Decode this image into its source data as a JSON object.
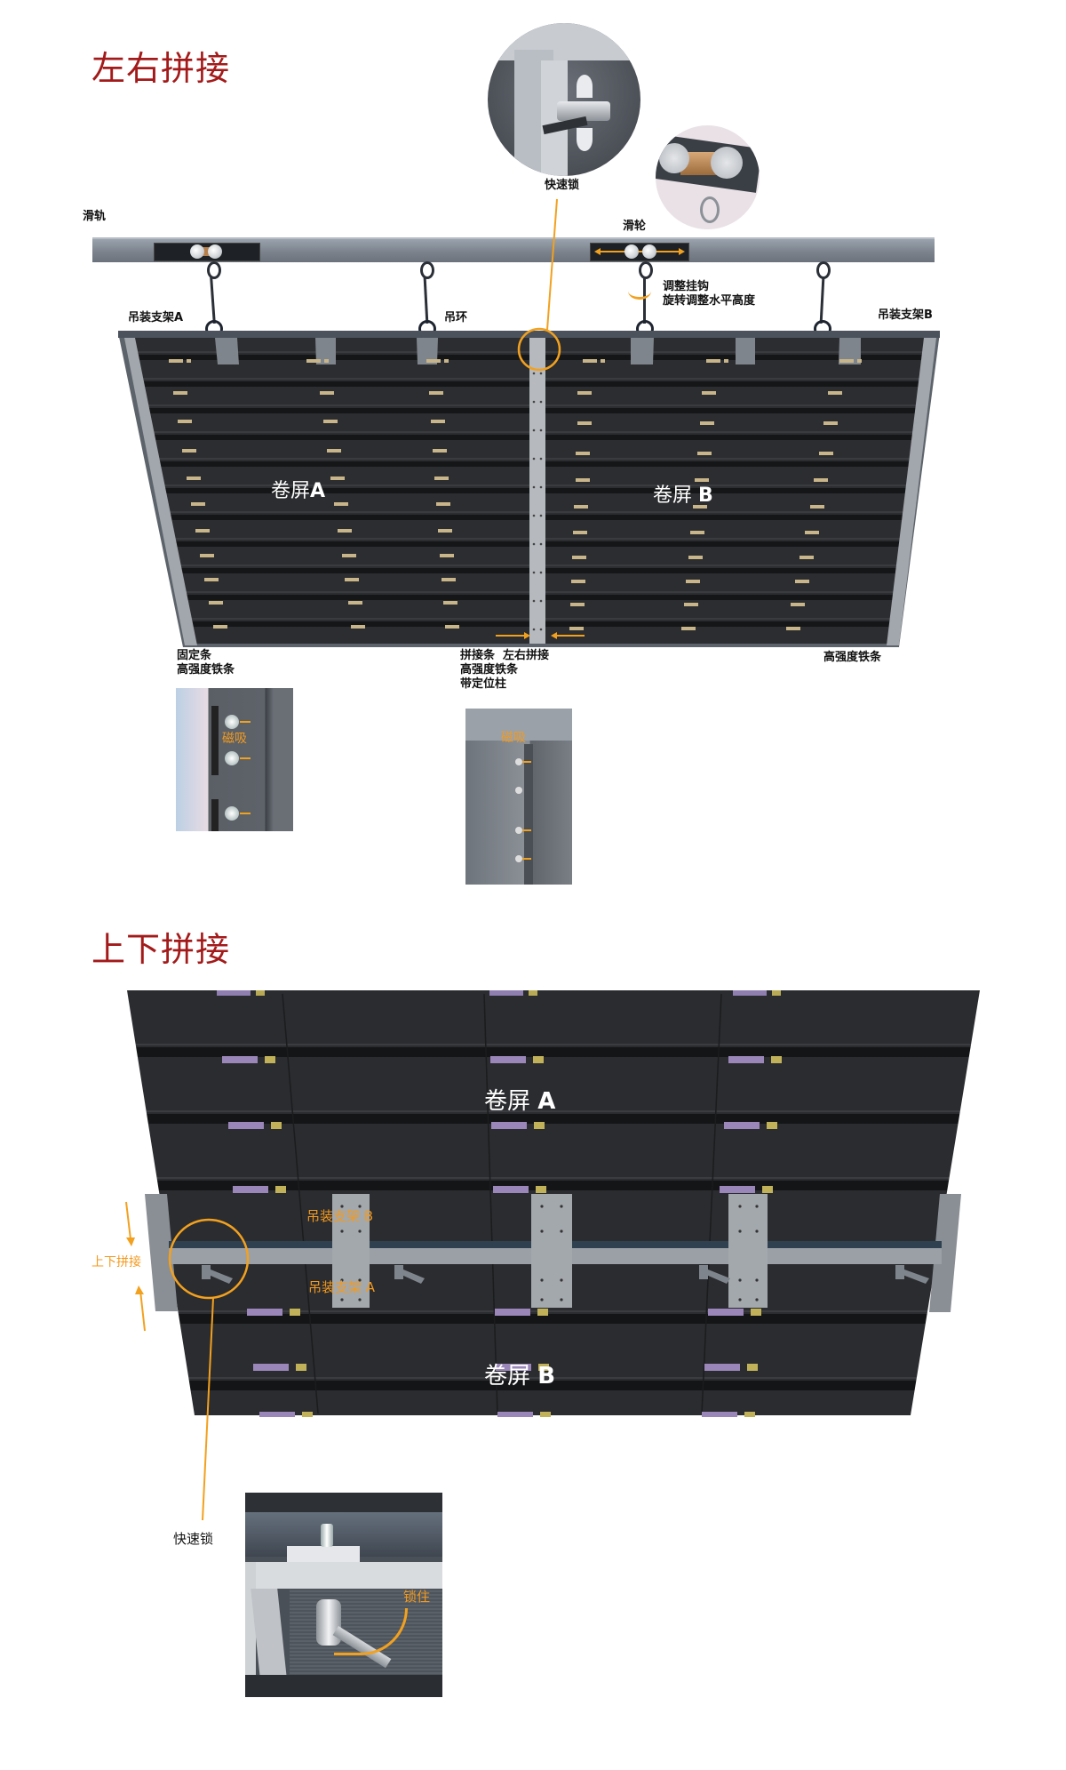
{
  "sections": [
    {
      "title": "左右拼接",
      "labels": {
        "rail": "滑轨",
        "quick_lock": "快速锁",
        "pulley": "滑轮",
        "hook_line1": "调整挂钩",
        "hook_line2": "旋转调整水平高度",
        "bracket_a": "吊装支架A",
        "bracket_b": "吊装支架B",
        "lifting_ring": "吊环",
        "screen_a_prefix": "卷屏",
        "screen_a_suffix": "A",
        "screen_b_prefix": "卷屏",
        "screen_b_suffix": "B",
        "fixing_strip_line1": "固定条",
        "fixing_strip_line2": "高强度铁条",
        "splice_strip_line1": "拼接条  左右拼接",
        "splice_strip_line2": "高强度铁条",
        "splice_strip_line3": "带定位柱",
        "steel_strip_right": "高强度铁条",
        "magnet_left": "磁吸",
        "magnet_right": "磁吸"
      }
    },
    {
      "title": "上下拼接",
      "labels": {
        "screen_a_prefix": "卷屏 ",
        "screen_a_suffix": "A",
        "screen_b_prefix": "卷屏 ",
        "screen_b_suffix": "B",
        "bracket_b": "吊装支架 B",
        "bracket_a": "吊装支架 A",
        "vertical_splice": "上下拼接",
        "quick_lock": "快速锁",
        "lock": "锁住"
      }
    }
  ],
  "colors": {
    "title_red": "#a31a1a",
    "accent_orange": "#f2a11f",
    "panel_dark": "#2a2b2e",
    "frame_gray": "#8b9097"
  }
}
